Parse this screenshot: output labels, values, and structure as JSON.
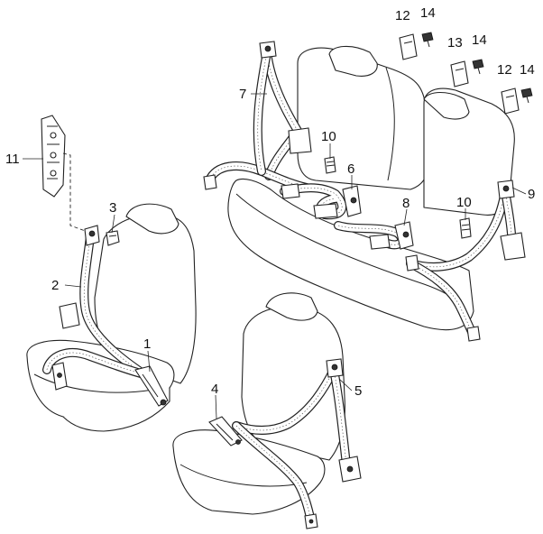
{
  "callouts": {
    "c1": "1",
    "c2": "2",
    "c3": "3",
    "c4": "4",
    "c5": "5",
    "c6": "6",
    "c7": "7",
    "c8": "8",
    "c9": "9",
    "c10a": "10",
    "c10b": "10",
    "c11": "11",
    "c12a": "12",
    "c12b": "12",
    "c13": "13",
    "c14a": "14",
    "c14b": "14",
    "c14c": "14"
  }
}
